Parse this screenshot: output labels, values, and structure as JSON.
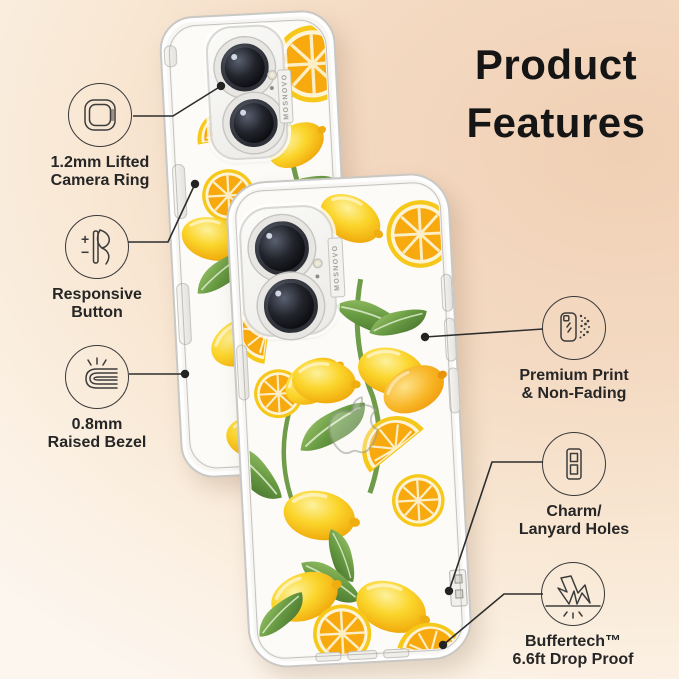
{
  "title": {
    "line1": "Product",
    "line2": "Features"
  },
  "brand_text": "MOSNOVO",
  "features": [
    {
      "id": "lifted-camera-ring",
      "line1": "1.2mm Lifted",
      "line2": "Camera Ring"
    },
    {
      "id": "responsive-button",
      "line1": "Responsive",
      "line2": "Button"
    },
    {
      "id": "raised-bezel",
      "line1": "0.8mm",
      "line2": "Raised Bezel"
    },
    {
      "id": "premium-print",
      "line1": "Premium Print",
      "line2": "& Non-Fading"
    },
    {
      "id": "charm-lanyard-holes",
      "line1": "Charm/",
      "line2": "Lanyard Holes"
    },
    {
      "id": "drop-proof",
      "line1": "Buffertech™",
      "line2": "6.6ft Drop Proof"
    }
  ],
  "icon_glyphs": {
    "plus": "+",
    "minus": "−"
  },
  "colors": {
    "background_peach": "#f0d0b4",
    "title_text": "#151515",
    "label_text": "#262626",
    "connector_line": "#2d2d2d",
    "lemon_yellow": "#fbd52b",
    "lemon_orange": "#f7a90e",
    "leaf_green": "#679a42"
  }
}
